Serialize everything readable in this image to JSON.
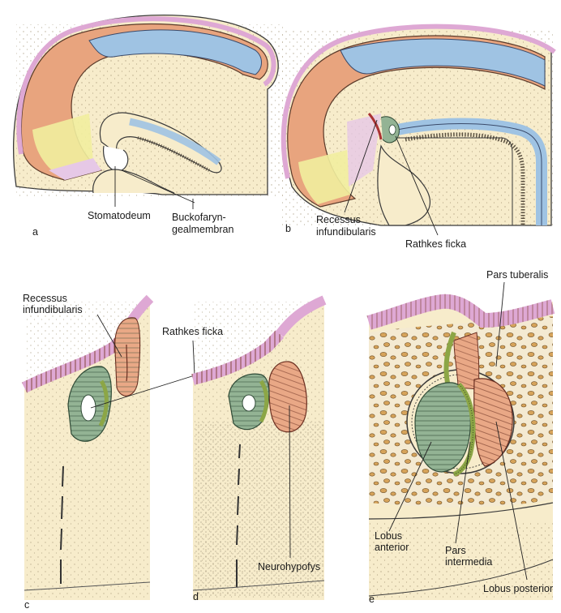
{
  "panels": {
    "a": "a",
    "b": "b",
    "c": "c",
    "d": "d",
    "e": "e"
  },
  "labels": {
    "stomatodeum": "Stomatodeum",
    "bucko_1": "Buckofaryn-",
    "bucko_2": "gealmembran",
    "recessus_b_1": "Recessus",
    "recessus_b_2": "infundibularis",
    "rathkes_b": "Rathkes ficka",
    "recessus_c_1": "Recessus",
    "recessus_c_2": "infundibularis",
    "rathkes_cd": "Rathkes ficka",
    "neurohypofys": "Neurohypofys",
    "pars_tuberalis": "Pars tuberalis",
    "lobus_anterior_1": "Lobus",
    "lobus_anterior_2": "anterior",
    "pars_intermedia_1": "Pars",
    "pars_intermedia_2": "intermedia",
    "lobus_posterior": "Lobus posterior"
  },
  "colors": {
    "mesenchyme": "#f7eccb",
    "forebrain_salmon": "#e8a47e",
    "forebrain_yellow": "#f1ee9e",
    "forebrain_lilac": "#e6c8e6",
    "neural_blue": "#9fc3e3",
    "ectoderm_pink": "#dea8d4",
    "rathke_green": "#93b394",
    "intermedia_olive": "#8ca646",
    "neuro_salmon": "#e9a886",
    "bone_tan": "#d6a35a"
  }
}
